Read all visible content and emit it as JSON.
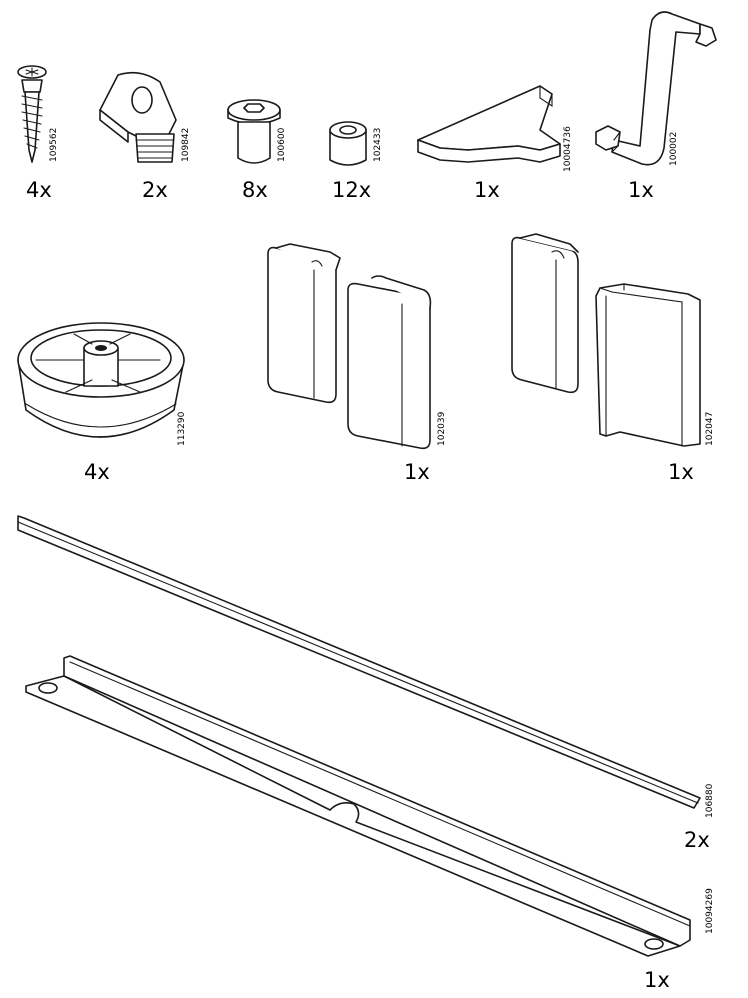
{
  "parts": [
    {
      "id": "screw",
      "code": "109562",
      "qty": "4x",
      "icon": "screw-icon"
    },
    {
      "id": "bracket",
      "code": "109842",
      "qty": "2x",
      "icon": "bracket-icon"
    },
    {
      "id": "bolt",
      "code": "100600",
      "qty": "8x",
      "icon": "bolt-icon"
    },
    {
      "id": "spacer",
      "code": "102433",
      "qty": "12x",
      "icon": "spacer-icon"
    },
    {
      "id": "plate",
      "code": "10004736",
      "qty": "1x",
      "icon": "plate-icon"
    },
    {
      "id": "allen-key",
      "code": "100002",
      "qty": "1x",
      "icon": "allen-key-icon"
    },
    {
      "id": "foot",
      "code": "113290",
      "qty": "4x",
      "icon": "foot-icon"
    },
    {
      "id": "end-cap-a",
      "code": "102039",
      "qty": "1x",
      "icon": "end-cap-icon"
    },
    {
      "id": "end-cap-b",
      "code": "102047",
      "qty": "1x",
      "icon": "profile-icon"
    },
    {
      "id": "rail",
      "code": "106880",
      "qty": "2x",
      "icon": "rail-icon"
    },
    {
      "id": "long-bracket",
      "code": "10094269",
      "qty": "1x",
      "icon": "long-bracket-icon"
    }
  ]
}
